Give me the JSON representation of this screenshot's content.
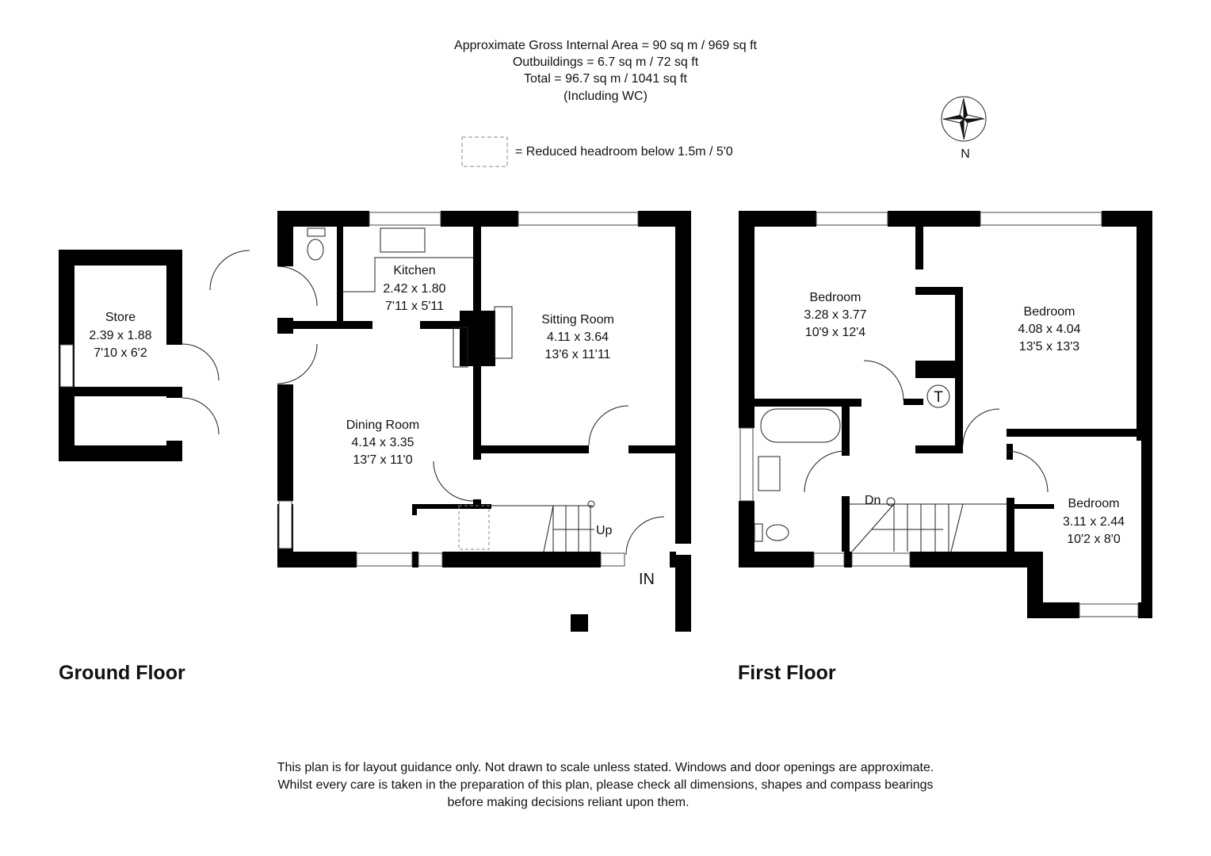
{
  "header": {
    "lines": [
      "Approximate Gross Internal Area = 90 sq m / 969 sq ft",
      "Outbuildings = 6.7 sq m / 72 sq ft",
      "Total = 96.7 sq m / 1041 sq ft",
      "(Including WC)"
    ],
    "legend": "= Reduced headroom below 1.5m / 5'0",
    "compass_label": "N"
  },
  "ground_floor": {
    "title": "Ground Floor",
    "rooms": [
      {
        "name": "Store",
        "metric": "2.39 x 1.88",
        "imperial": "7'10 x 6'2"
      },
      {
        "name": "Kitchen",
        "metric": "2.42 x 1.80",
        "imperial": "7'11 x 5'11"
      },
      {
        "name": "Sitting Room",
        "metric": "4.11 x 3.64",
        "imperial": "13'6 x 11'11"
      },
      {
        "name": "Dining Room",
        "metric": "4.14 x 3.35",
        "imperial": "13'7 x 11'0"
      }
    ],
    "stair_label": "Up",
    "entrance_label": "IN"
  },
  "first_floor": {
    "title": "First Floor",
    "rooms": [
      {
        "name": "Bedroom",
        "metric": "3.28 x 3.77",
        "imperial": "10'9 x 12'4"
      },
      {
        "name": "Bedroom",
        "metric": "4.08 x 4.04",
        "imperial": "13'5 x 13'3"
      },
      {
        "name": "Bedroom",
        "metric": "3.11 x 2.44",
        "imperial": "10'2 x 8'0"
      }
    ],
    "stair_label": "Dn",
    "tank_label": "T"
  },
  "disclaimer": [
    "This plan is for layout guidance only. Not drawn to scale unless stated. Windows and door openings are approximate.",
    "Whilst every care is taken in the preparation of this plan, please check all dimensions, shapes and compass bearings",
    "before making decisions reliant upon them."
  ]
}
